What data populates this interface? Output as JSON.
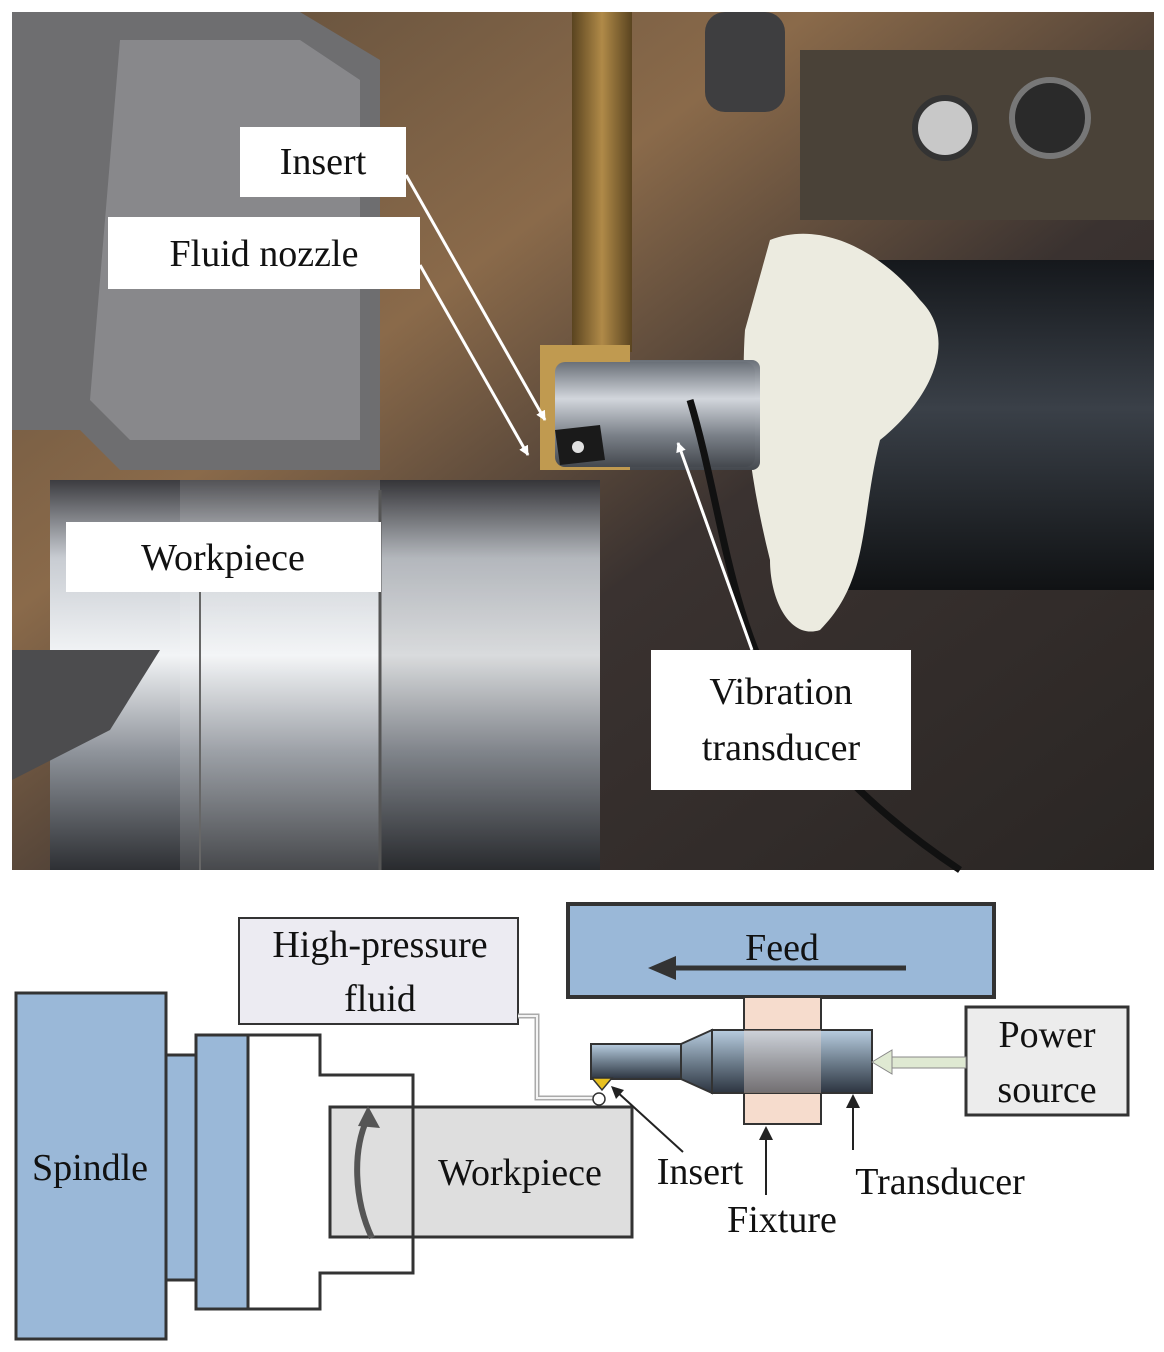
{
  "photo": {
    "labels": {
      "insert": "Insert",
      "fluid_nozzle": "Fluid nozzle",
      "workpiece": "Workpiece",
      "vibration_transducer_line1": "Vibration",
      "vibration_transducer_line2": "transducer"
    }
  },
  "schematic": {
    "spindle": "Spindle",
    "workpiece": "Workpiece",
    "high_pressure_fluid_line1": "High-pressure",
    "high_pressure_fluid_line2": "fluid",
    "feed": "Feed",
    "power_source_line1": "Power",
    "power_source_line2": "source",
    "insert": "Insert",
    "fixture": "Fixture",
    "transducer": "Transducer"
  },
  "colors": {
    "blue_fill": "#9ab8d8",
    "gray_fill": "#d8d8d8",
    "fixture_fill": "#f6dccd",
    "fluid_box_fill": "#ecebf2",
    "insert_yellow": "#e8c020"
  }
}
